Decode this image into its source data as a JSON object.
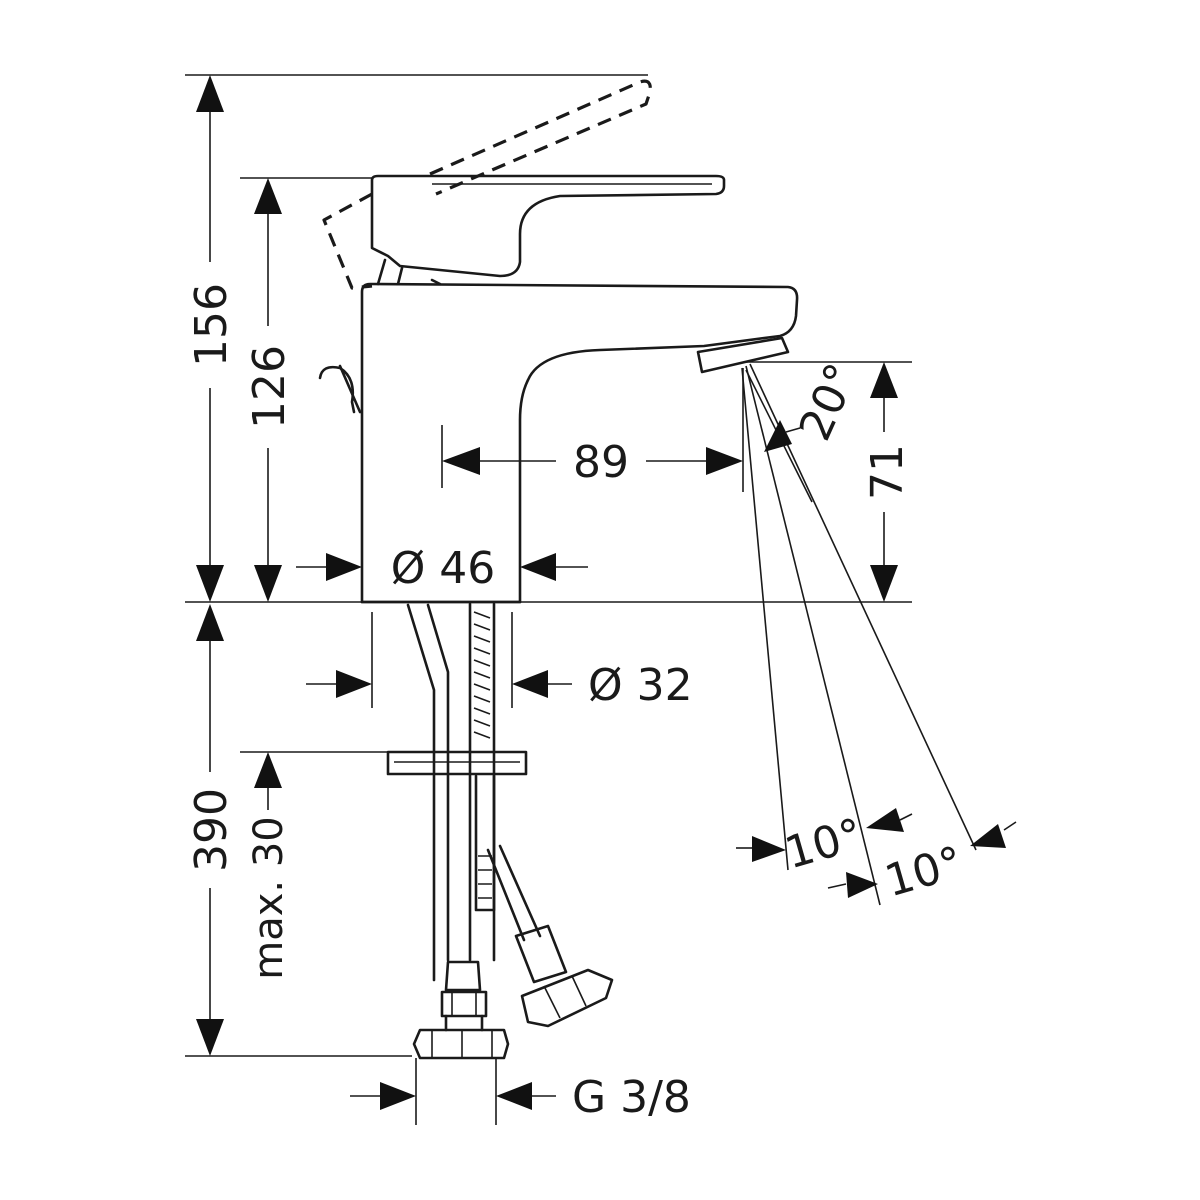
{
  "dimensions": {
    "total_height": "156",
    "body_height": "126",
    "below_deck": "390",
    "max_thickness": "max. 30",
    "spout_reach": "89",
    "spout_height": "71",
    "body_diameter": "Ø 46",
    "shank_diameter": "Ø 32",
    "connection_thread": "G 3/8",
    "spray_angle": "20°",
    "angle_left": "10°",
    "angle_right": "10°"
  }
}
